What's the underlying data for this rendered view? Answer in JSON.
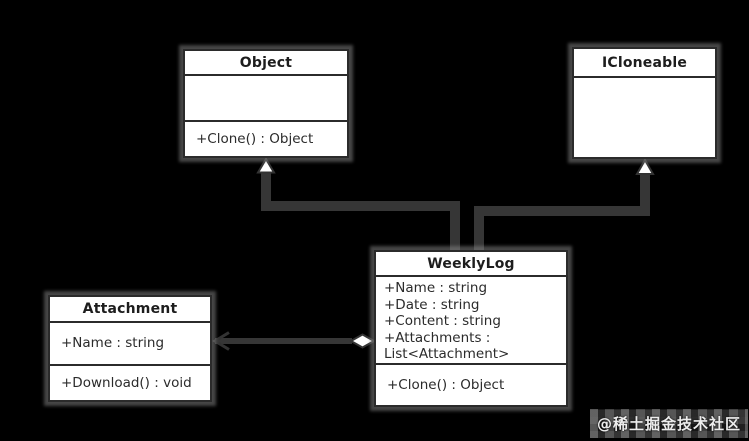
{
  "watermark": "@稀土掘金技术社区",
  "colors": {
    "background": "#000000",
    "box_fill": "#ffffff",
    "box_border": "#2b2b2b",
    "connector": "#363636",
    "halo": "#8c8c8c",
    "member_text": "#2b2b2b",
    "watermark_text": "#ededed"
  },
  "classes": [
    {
      "name": "Object",
      "attributes": [],
      "methods": [
        "+Clone() : Object"
      ]
    },
    {
      "name": "ICloneable",
      "attributes": [],
      "methods": []
    },
    {
      "name": "WeeklyLog",
      "attributes": [
        "+Name : string",
        "+Date : string",
        "+Content : string",
        "+Attachments :",
        "List<Attachment>"
      ],
      "methods": [
        "+Clone() : Object"
      ]
    },
    {
      "name": "Attachment",
      "attributes": [
        "+Name : string"
      ],
      "methods": [
        "+Download() : void"
      ]
    }
  ],
  "relationships": [
    {
      "type": "generalization",
      "from": "WeeklyLog",
      "to": "Object",
      "marker": "hollow-triangle"
    },
    {
      "type": "realization",
      "from": "WeeklyLog",
      "to": "ICloneable",
      "marker": "hollow-triangle"
    },
    {
      "type": "aggregation",
      "from": "WeeklyLog",
      "to": "Attachment",
      "source_marker": "hollow-diamond",
      "target_marker": "open-arrow"
    }
  ]
}
